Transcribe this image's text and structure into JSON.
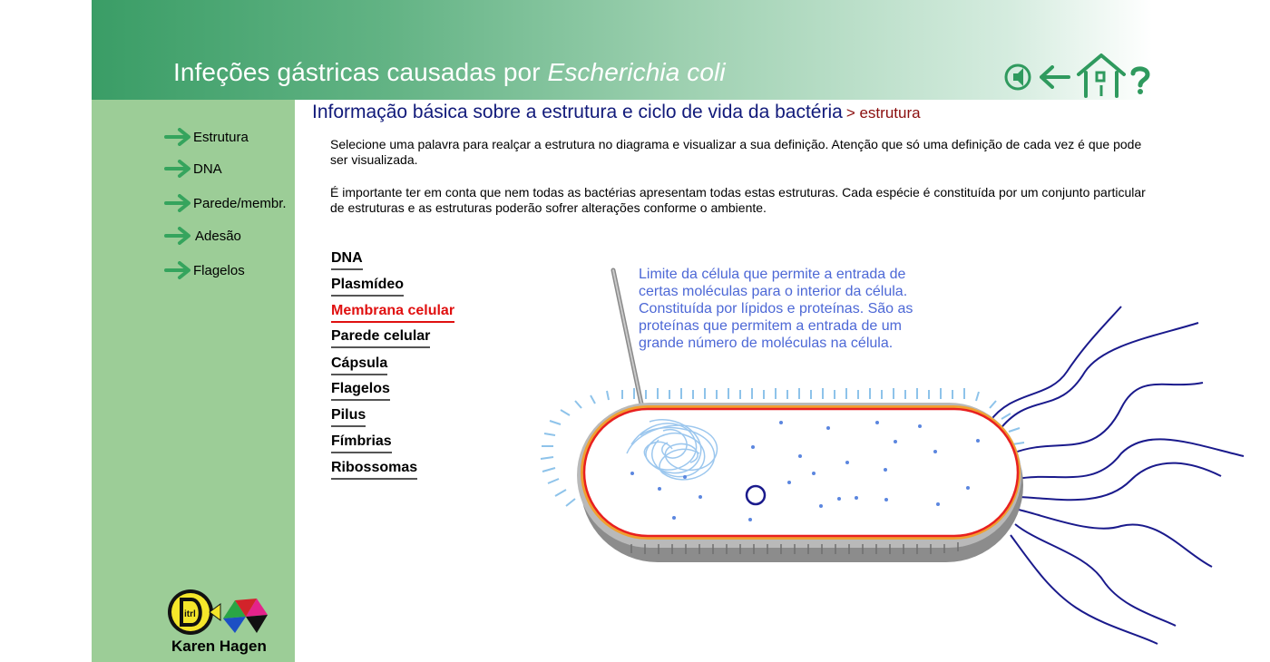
{
  "header": {
    "title_main": "Infeções gástricas causadas por ",
    "title_italic": "Escherichia coli"
  },
  "nav_icons": {
    "audio": "speaker-icon",
    "back": "back-arrow-icon",
    "home": "home-icon",
    "help": "help-icon",
    "color": "#2f9a5e"
  },
  "sidebar": {
    "items": [
      {
        "label": "Estrutura"
      },
      {
        "label": "DNA"
      },
      {
        "label": "Parede/membr."
      },
      {
        "label": "Adesão"
      },
      {
        "label": "Flagelos"
      }
    ],
    "author": "Karen Hagen",
    "logo_text": "itrl"
  },
  "content": {
    "title": "Informação básica sobre a estrutura e ciclo de vida da bactéria",
    "breadcrumb": "> estrutura",
    "paragraph1": "Selecione uma palavra para realçar a estrutura no diagrama e visualizar a sua definição. Atenção que só uma definição de cada vez é que pode ser visualizada.",
    "paragraph2": "É importante ter em conta que nem todas as bactérias apresentam todas estas estruturas. Cada espécie é constituída por um conjunto particular de estruturas e as estruturas poderão sofrer alterações conforme o ambiente."
  },
  "terms": [
    {
      "label": "DNA",
      "active": false
    },
    {
      "label": "Plasmídeo",
      "active": false
    },
    {
      "label": "Membrana celular",
      "active": true
    },
    {
      "label": "Parede celular",
      "active": false
    },
    {
      "label": "Cápsula",
      "active": false
    },
    {
      "label": "Flagelos",
      "active": false
    },
    {
      "label": "Pilus",
      "active": false
    },
    {
      "label": "Fímbrias",
      "active": false
    },
    {
      "label": "Ribossomas",
      "active": false
    }
  ],
  "definition": "Limite da célula que permite a entrada de certas moléculas para o interior da célula. Constituída por lípidos e proteínas. São as proteínas que permitem a entrada de um grande número de moléculas na célula.",
  "colors": {
    "header_green": "#3a9d66",
    "sidebar_green": "#9ccd97",
    "arrow_green": "#35a45d",
    "title_blue": "#111a7a",
    "breadcrumb_red": "#8b0e0e",
    "active_term": "#e01010",
    "definition_blue": "#4d68d6",
    "membrane": "#e82020",
    "flagella": "#1a1a8c"
  }
}
